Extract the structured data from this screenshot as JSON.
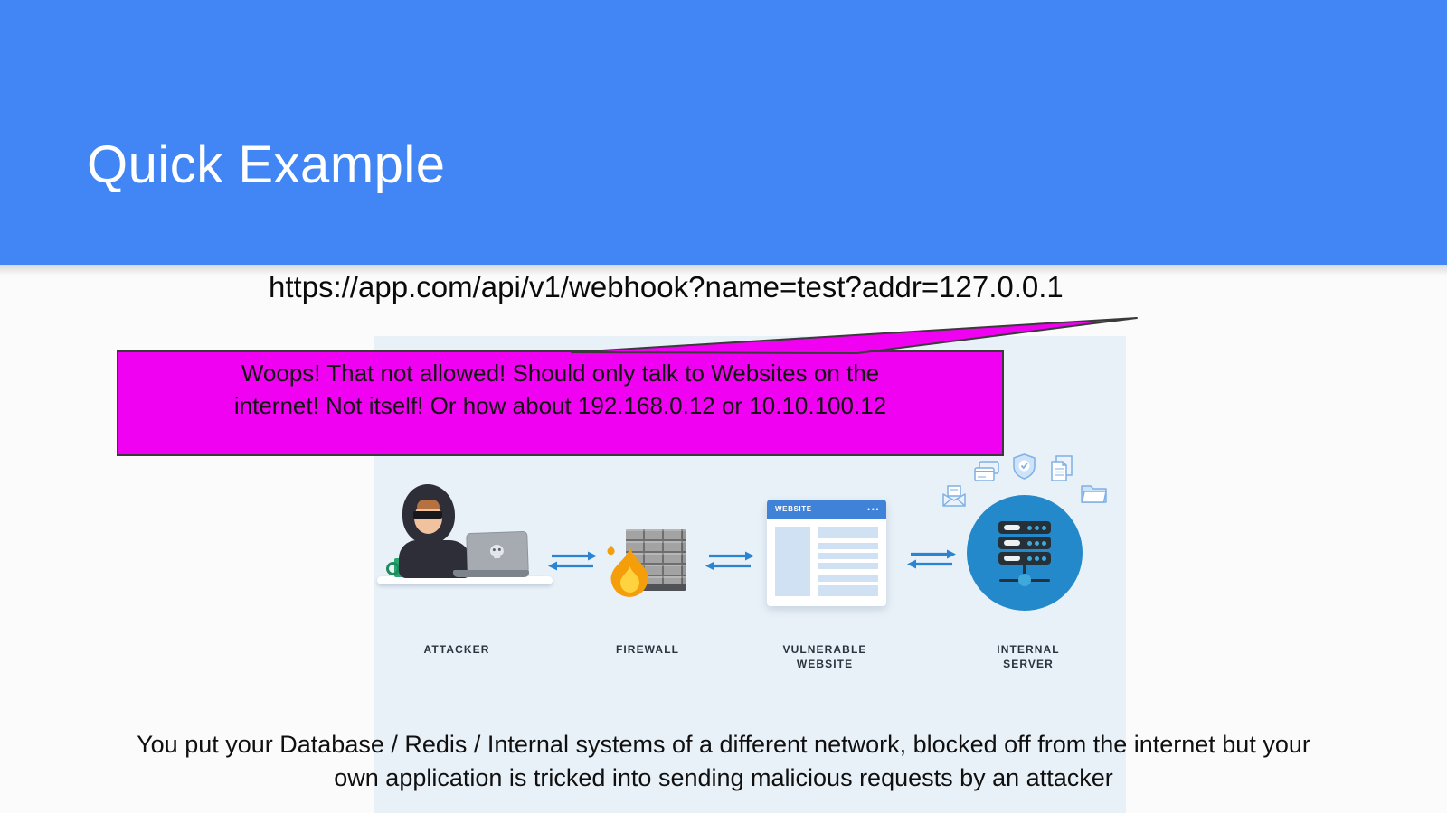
{
  "slide": {
    "title": "Quick Example",
    "url": "https://app.com/api/v1/webhook?name=test?addr=127.0.0.1",
    "callout": {
      "line1": "Woops! That not allowed! Should only talk to Websites on the",
      "line2": "internet! Not itself! Or how about 192.168.0.12 or 10.10.100.12"
    },
    "footer": {
      "line1": "You put your Database / Redis / Internal systems of a different network, blocked off from the internet but your",
      "line2": "own application is tricked into sending malicious requests by an attacker"
    }
  },
  "diagram": {
    "browser": {
      "title": "WEBSITE",
      "dots": "•••"
    },
    "nodes": [
      {
        "label": "ATTACKER"
      },
      {
        "label": "FIREWALL"
      },
      {
        "label": "VULNERABLE",
        "label2": "WEBSITE"
      },
      {
        "label": "INTERNAL",
        "label2": "SERVER"
      }
    ]
  },
  "colors": {
    "header_blue": "#4285f4",
    "callout_magenta": "#f101f1",
    "callout_border": "#3a3a3a",
    "panel_blue": "#e9f1f8",
    "arrow_blue": "#2a84d2",
    "server_circle_blue": "#2489cb",
    "browser_header_blue": "#3f82d8",
    "label_dark": "#2a333d"
  }
}
